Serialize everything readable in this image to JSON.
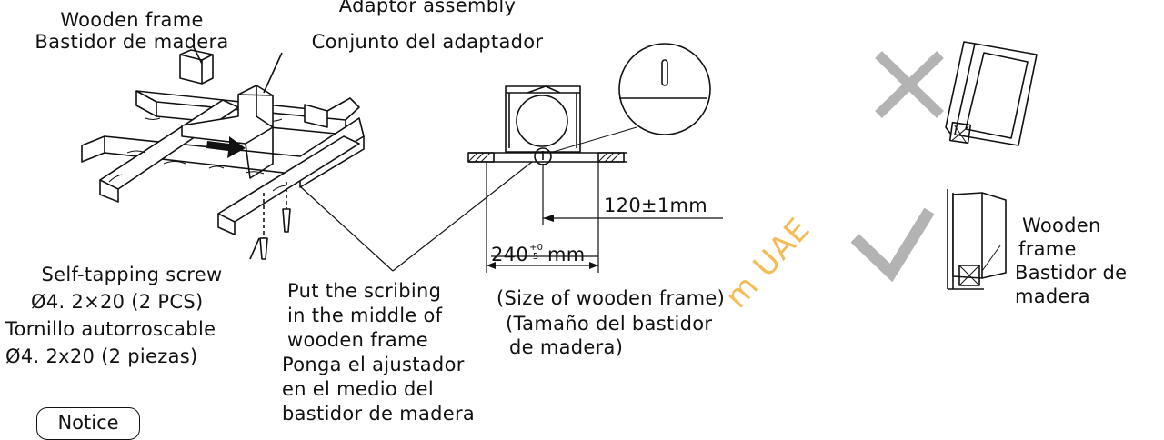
{
  "labels": {
    "wooden_frame_en": "Wooden frame",
    "wooden_frame_es": "Bastidor de madera",
    "adaptor_en": "Adaptor assembly",
    "adaptor_es": "Conjunto del adaptador",
    "screw_en": "Self-tapping screw",
    "screw_spec_en": "Ø4. 2×20 (2 PCS)",
    "screw_es": "Tornillo autorroscable",
    "screw_spec_es": "Ø4. 2x20 (2 piezas)",
    "scribing_line1": "Put the scribing",
    "scribing_line2": "in the middle of",
    "scribing_line3": "wooden frame",
    "scribing_es1": "Ponga el ajustador",
    "scribing_es2": "en el medio del",
    "scribing_es3": "bastidor de madera",
    "dim_120": "120±1mm",
    "dim_240_main": "240",
    "dim_240_sup": "+0",
    "dim_240_sub": "-5",
    "dim_240_unit": "mm",
    "size_en": "(Size of wooden frame)",
    "size_es1": "(Tamaño del bastidor",
    "size_es2": "de madera)",
    "right_wooden": "Wooden",
    "right_frame": "frame",
    "right_bastidor": "Bastidor de",
    "right_madera": "madera",
    "notice": "Notice",
    "watermark": "m UAE"
  },
  "colors": {
    "line": "#111111",
    "mark_gray": "#b3b3b3",
    "watermark": "#f2b13a"
  },
  "icons": [
    "arrow-right-icon",
    "wrong-cross-icon",
    "correct-check-icon",
    "magnifier-circle-icon"
  ]
}
